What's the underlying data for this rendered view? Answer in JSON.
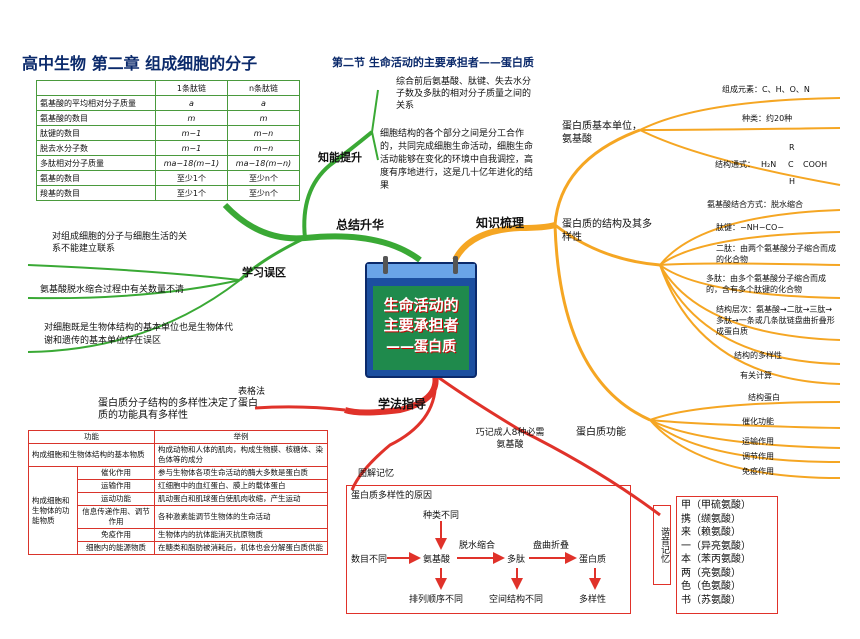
{
  "header": {
    "title": "高中生物   第二章   组成细胞的分子",
    "subtitle": "第二节   生命活动的主要承担者——蛋白质"
  },
  "center": {
    "lines": [
      "生命活动的",
      "主要承担者",
      "——蛋白质"
    ]
  },
  "branches": {
    "summary": "总结升华",
    "knowledge": "知识梳理",
    "method": "学法指导",
    "mistake": "学习误区",
    "ability": "知能提升"
  },
  "ability": {
    "note1": "综合前后氨基酸、肽键、失去水分子数及多肽的相对分子质量之间的关系",
    "note2": "细胞结构的各个部分之间是分工合作的，共同完成细胞生命活动，细胞生命活动能够在变化的环境中自我调控，高度有序地进行，这是几十亿年进化的结果"
  },
  "green_table": {
    "headers": [
      "",
      "1条肽链",
      "n条肽链"
    ],
    "rows": [
      [
        "氨基酸的平均相对分子质量",
        "a",
        "a"
      ],
      [
        "氨基酸的数目",
        "m",
        "m"
      ],
      [
        "肽键的数目",
        "m−1",
        "m−n"
      ],
      [
        "脱去水分子数",
        "m−1",
        "m−n"
      ],
      [
        "多肽相对分子质量",
        "ma−18(m−1)",
        "ma−18(m−n)"
      ],
      [
        "氨基的数目",
        "至少1个",
        "至少n个"
      ],
      [
        "羧基的数目",
        "至少1个",
        "至少n个"
      ]
    ]
  },
  "mistakes": [
    "对组成细胞的分子与细胞生活的关系不能建立联系",
    "氨基酸脱水缩合过程中有关数量不清",
    "对细胞既是生物体结构的基本单位也是生物体代谢和遗传的基本单位存在误区"
  ],
  "knowledge": {
    "basic_unit": "蛋白质基本单位，氨基酸",
    "elements": "组成元素：C、H、O、N",
    "kinds": "种类：约20种",
    "structure_label": "结构通式：",
    "formula": {
      "left": "H₂N",
      "c": "C",
      "right": "COOH",
      "top": "R",
      "bottom": "H"
    },
    "structure_title": "蛋白质的结构及其多样性",
    "s1": "氨基酸结合方式：脱水缩合",
    "s2": "肽键：−NH−CO−",
    "s3": "二肽：由两个氨基酸分子缩合而成的化合物",
    "s4": "多肽：由多个氨基酸分子缩合而成的，含有多个肽键的化合物",
    "s5": "结构层次：氨基酸→二肽→三肽→多肽→一条或几条肽链盘曲折叠形成蛋白质",
    "s6": "结构的多样性",
    "s7": "有关计算",
    "function_title": "蛋白质功能",
    "f": [
      "结构蛋白",
      "催化功能",
      "运输作用",
      "调节作用",
      "免疫作用"
    ]
  },
  "method": {
    "table_label": "表格法",
    "table_title": "蛋白质分子结构的多样性决定了蛋白质的功能具有多样性",
    "red_table": {
      "headers": [
        "功能",
        "举例"
      ],
      "row1": [
        "构成细胞和生物体结构的基本物质",
        "构成动物和人体的肌肉，构成生物膜、核糖体、染色体等的成分"
      ],
      "group": "构成细胞和生物体的功能物质",
      "rows": [
        [
          "催化作用",
          "参与生物体各项生命活动的酶大多数是蛋白质"
        ],
        [
          "运输作用",
          "红细胞中的血红蛋白、膜上的载体蛋白"
        ],
        [
          "运动功能",
          "肌动蛋白和肌球蛋白使肌肉收缩，产生运动"
        ],
        [
          "信息传递作用、调节作用",
          "各种激素能调节生物体的生命活动"
        ],
        [
          "免疫作用",
          "生物体内的抗体能消灭抗原物质"
        ],
        [
          "细胞内的能源物质",
          "在糖类和脂肪被消耗后，机体也会分解蛋白质供能"
        ]
      ]
    },
    "mnemonic_label": "巧记成人8种必需氨基酸",
    "diagram_label": "图解记忆",
    "diagram_title": "蛋白质多样性的原因",
    "diagram": {
      "kinds": "种类不同",
      "count": "数目不同",
      "aa": "氨基酸",
      "condense": "脱水缩合",
      "peptide": "多肽",
      "fold": "盘曲折叠",
      "protein": "蛋白质",
      "order": "排列顺序不同",
      "space": "空间结构不同",
      "diversity": "多样性"
    },
    "homophone_label": "谐音记忆",
    "homophones": [
      "甲（甲硫氨酸）",
      "携（缬氨酸）",
      "来（赖氨酸）",
      "一（异亮氨酸）",
      "本（苯丙氨酸）",
      "两（亮氨酸）",
      "色（色氨酸）",
      "书（苏氨酸）"
    ]
  },
  "colors": {
    "green": "#3aa935",
    "orange": "#f5a623",
    "red": "#e0322a",
    "navy": "#0b2a6b"
  }
}
